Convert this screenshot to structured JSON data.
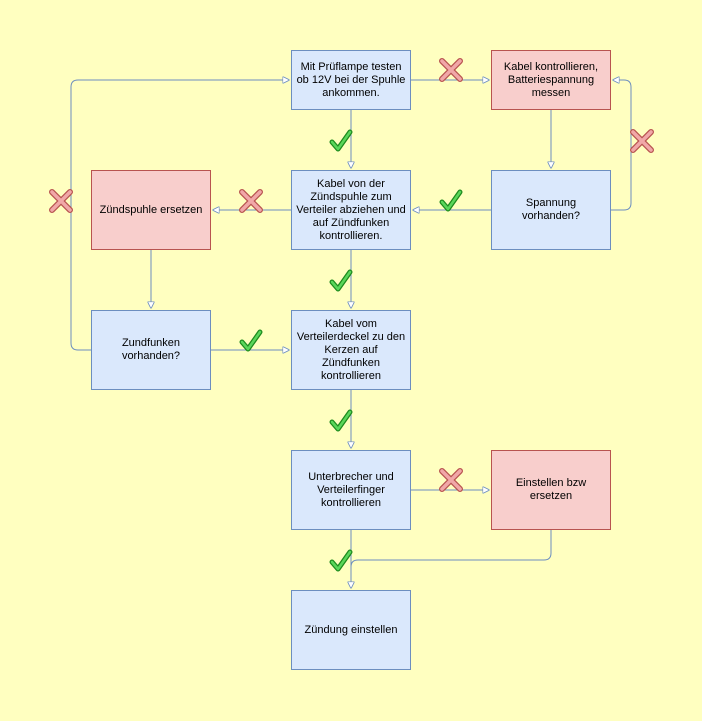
{
  "nodes": {
    "test_lamp": "Mit Prüflampe testen ob 12V bei der Spuhle ankommen.",
    "check_cable_battery": "Kabel kontrollieren, Batteriespannung messen",
    "coil_cable_spark": "Kabel von der Zündspuhle zum Verteiler abziehen und auf Zündfunken kontrollieren.",
    "voltage_present": "Spannung vorhanden?",
    "replace_coil": "Zündspuhle ersetzen",
    "spark_present": "Zundfunken vorhanden?",
    "distributor_cable_plugs": "Kabel vom Verteilerdeckel zu den Kerzen auf Zündfunken kontrollieren",
    "breaker_rotor": "Unterbrecher und Verteilerfinger kontrollieren",
    "adjust_replace": "Einstellen bzw ersetzen",
    "set_ignition": "Zündung einstellen"
  },
  "edge_marks": {
    "yes": "check-icon",
    "no": "cross-icon"
  },
  "colors": {
    "background": "#ffffc0",
    "step_fill": "#dae8fc",
    "step_stroke": "#6c8ebf",
    "action_fill": "#f8cecc",
    "action_stroke": "#b85450",
    "edge": "#6c8ebf",
    "yes_mark": "#2db52d",
    "no_mark": "#e07f7f"
  }
}
